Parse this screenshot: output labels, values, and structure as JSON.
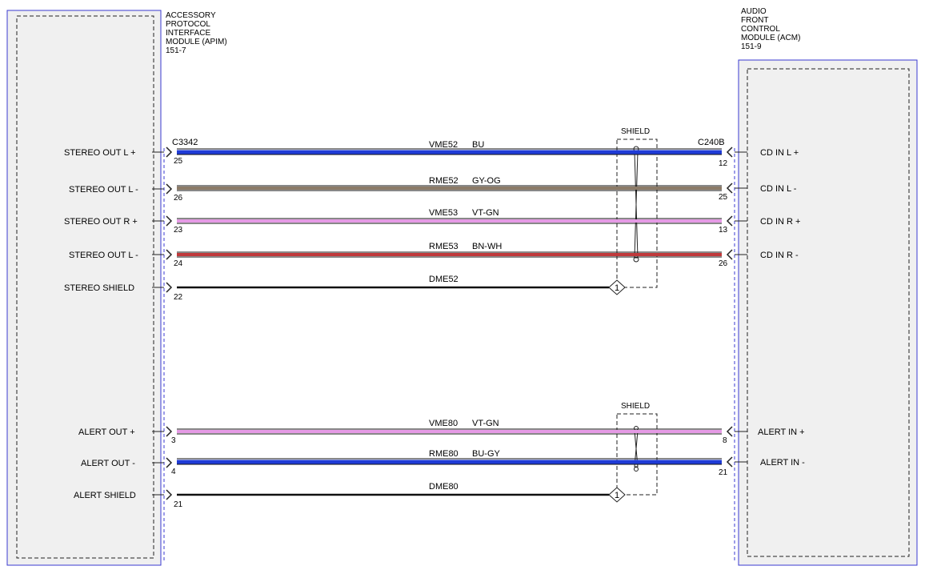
{
  "left_module": {
    "title_lines": [
      "ACCESSORY",
      "PROTOCOL",
      "INTERFACE",
      "MODULE (APIM)",
      "151-7"
    ],
    "connector": "C3342"
  },
  "right_module": {
    "title_lines": [
      "AUDIO",
      "FRONT",
      "CONTROL",
      "MODULE (ACM)",
      "151-9"
    ],
    "connector": "C240B"
  },
  "shield_label": "SHIELD",
  "shield_marker": "1",
  "colors": {
    "BU": "#1f3bd6",
    "GY-OG": "#8c7b68",
    "VT-GN": "#e59ae5",
    "BN-WH": "#c0393b",
    "black": "#111111",
    "module_fill": "#f0f0f0",
    "module_border": "#3a3ad0"
  },
  "wires": [
    {
      "left_label": "STEREO OUT L +",
      "left_pin": "25",
      "circuit": "VME52",
      "color_code": "BU",
      "right_pin": "12",
      "right_label": "CD IN L +"
    },
    {
      "left_label": "STEREO OUT L -",
      "left_pin": "26",
      "circuit": "RME52",
      "color_code": "GY-OG",
      "right_pin": "25",
      "right_label": "CD IN L -"
    },
    {
      "left_label": "STEREO OUT R +",
      "left_pin": "23",
      "circuit": "VME53",
      "color_code": "VT-GN",
      "right_pin": "13",
      "right_label": "CD IN R +"
    },
    {
      "left_label": "STEREO OUT L -",
      "left_pin": "24",
      "circuit": "RME53",
      "color_code": "BN-WH",
      "right_pin": "26",
      "right_label": "CD IN R -"
    },
    {
      "left_label": "STEREO SHIELD",
      "left_pin": "22",
      "circuit": "DME52",
      "color_code": "",
      "right_pin": "",
      "right_label": ""
    },
    {
      "left_label": "ALERT OUT +",
      "left_pin": "3",
      "circuit": "VME80",
      "color_code": "VT-GN",
      "right_pin": "8",
      "right_label": "ALERT IN +"
    },
    {
      "left_label": "ALERT OUT -",
      "left_pin": "4",
      "circuit": "RME80",
      "color_code": "BU-GY",
      "right_pin": "21",
      "right_label": "ALERT IN -"
    },
    {
      "left_label": "ALERT SHIELD",
      "left_pin": "21",
      "circuit": "DME80",
      "color_code": "",
      "right_pin": "",
      "right_label": ""
    }
  ]
}
